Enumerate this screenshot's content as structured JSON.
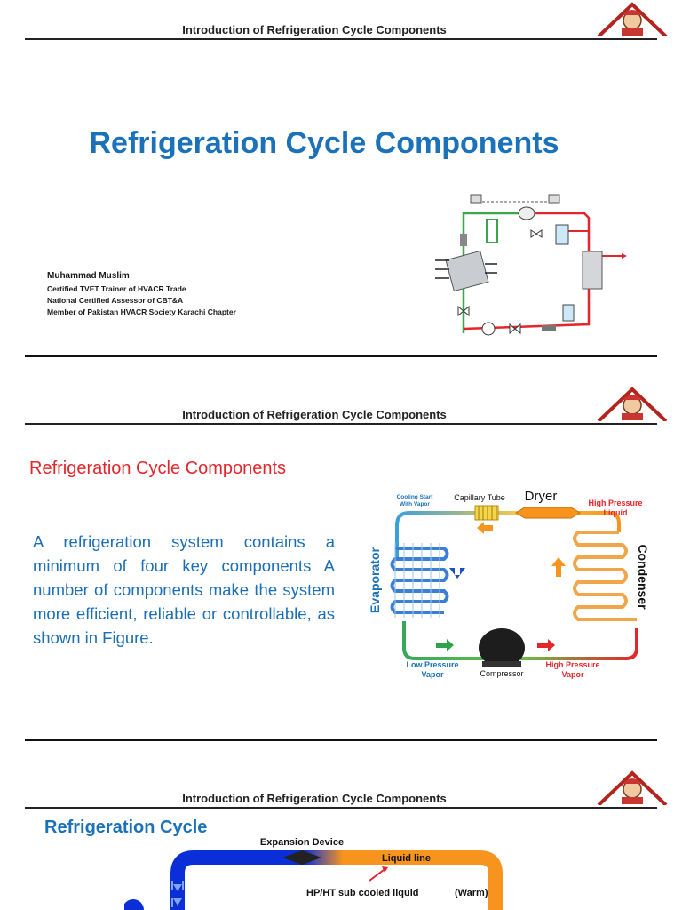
{
  "header_title": "Introduction of Refrigeration Cycle Components",
  "slide1": {
    "title": "Refrigeration Cycle Components",
    "author_name": "Muhammad Muslim",
    "author_lines": [
      "Certified TVET Trainer of HVACR Trade",
      "National Certified Assessor of CBT&A",
      "Member of Pakistan HVACR Society Karachi Chapter"
    ]
  },
  "slide2": {
    "title": "Refrigeration Cycle Components",
    "body": "A refrigeration system contains a minimum of four key components A number of components make the system more efficient, reliable or controllable, as shown in Figure.",
    "figure_labels": {
      "cooling_start": [
        "Cooling Start",
        "With Vapor"
      ],
      "capillary": "Capillary Tube",
      "dryer": "Dryer",
      "high_pressure_liquid": [
        "High Pressure",
        "Liquid"
      ],
      "evaporator": "Evaporator",
      "condenser": "Condenser",
      "low_pressure_vapor": [
        "Low Pressure",
        "Vapor"
      ],
      "compressor": "Compressor",
      "high_pressure_vapor": [
        "High Pressure",
        "Vapor"
      ]
    }
  },
  "slide3": {
    "title": "Refrigeration Cycle",
    "labels": {
      "expansion": "Expansion Device",
      "liquid_line": "Liquid line",
      "hp_ht": "HP/HT sub cooled liquid",
      "warm": "(Warm)"
    }
  },
  "colors": {
    "title_blue": "#1b72b8",
    "red": "#e3262b",
    "orange": "#f7941d"
  }
}
